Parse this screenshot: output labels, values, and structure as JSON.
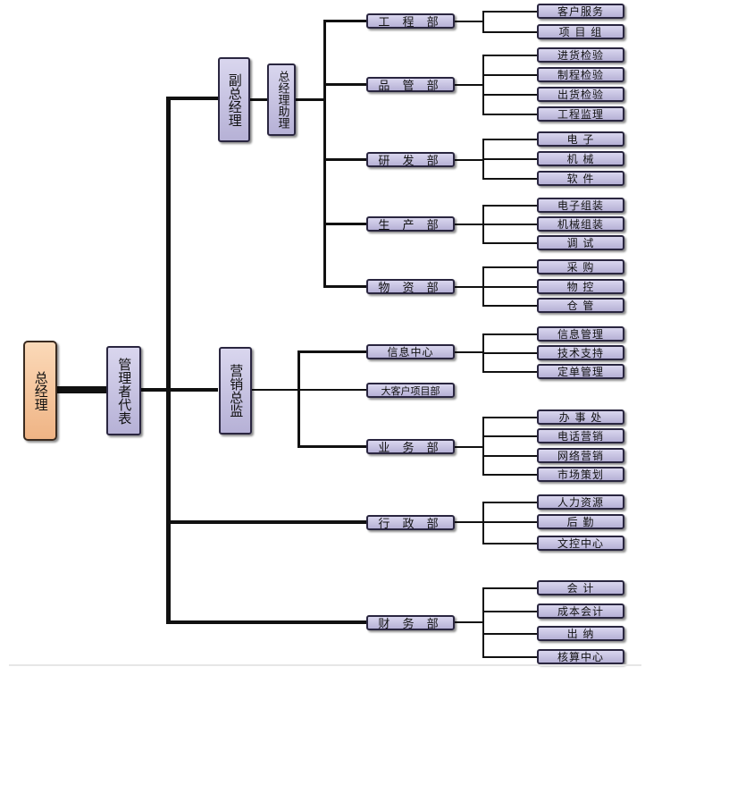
{
  "org": {
    "root": "总经理",
    "rep": "管理者代表",
    "vp": "副总经理",
    "assistant": "总经理助理",
    "sales_director": "营销总监",
    "depts": {
      "engineering": {
        "label": "工 程 部",
        "children": [
          "客户服务",
          "项 目 组"
        ]
      },
      "quality": {
        "label": "品 管 部",
        "children": [
          "进货检验",
          "制程检验",
          "出货检验",
          "工程监理"
        ]
      },
      "rnd": {
        "label": "研 发 部",
        "children": [
          "电  子",
          "机  械",
          "软  件"
        ]
      },
      "production": {
        "label": "生 产 部",
        "children": [
          "电子组装",
          "机械组装",
          "调  试"
        ]
      },
      "materials": {
        "label": "物 资 部",
        "children": [
          "采  购",
          "物  控",
          "仓  管"
        ]
      },
      "info_center": {
        "label": "信息中心",
        "children": [
          "信息管理",
          "技术支持",
          "定单管理"
        ]
      },
      "key_accounts": {
        "label": "大客户项目部",
        "children": []
      },
      "business": {
        "label": "业 务 部",
        "children": [
          "办 事 处",
          "电话营销",
          "网络营销",
          "市场策划"
        ]
      },
      "admin": {
        "label": "行 政 部",
        "children": [
          "人力资源",
          "后  勤",
          "文控中心"
        ]
      },
      "finance": {
        "label": "财 务 部",
        "children": [
          "会  计",
          "成本会计",
          "出  纳",
          "核算中心"
        ]
      }
    }
  }
}
